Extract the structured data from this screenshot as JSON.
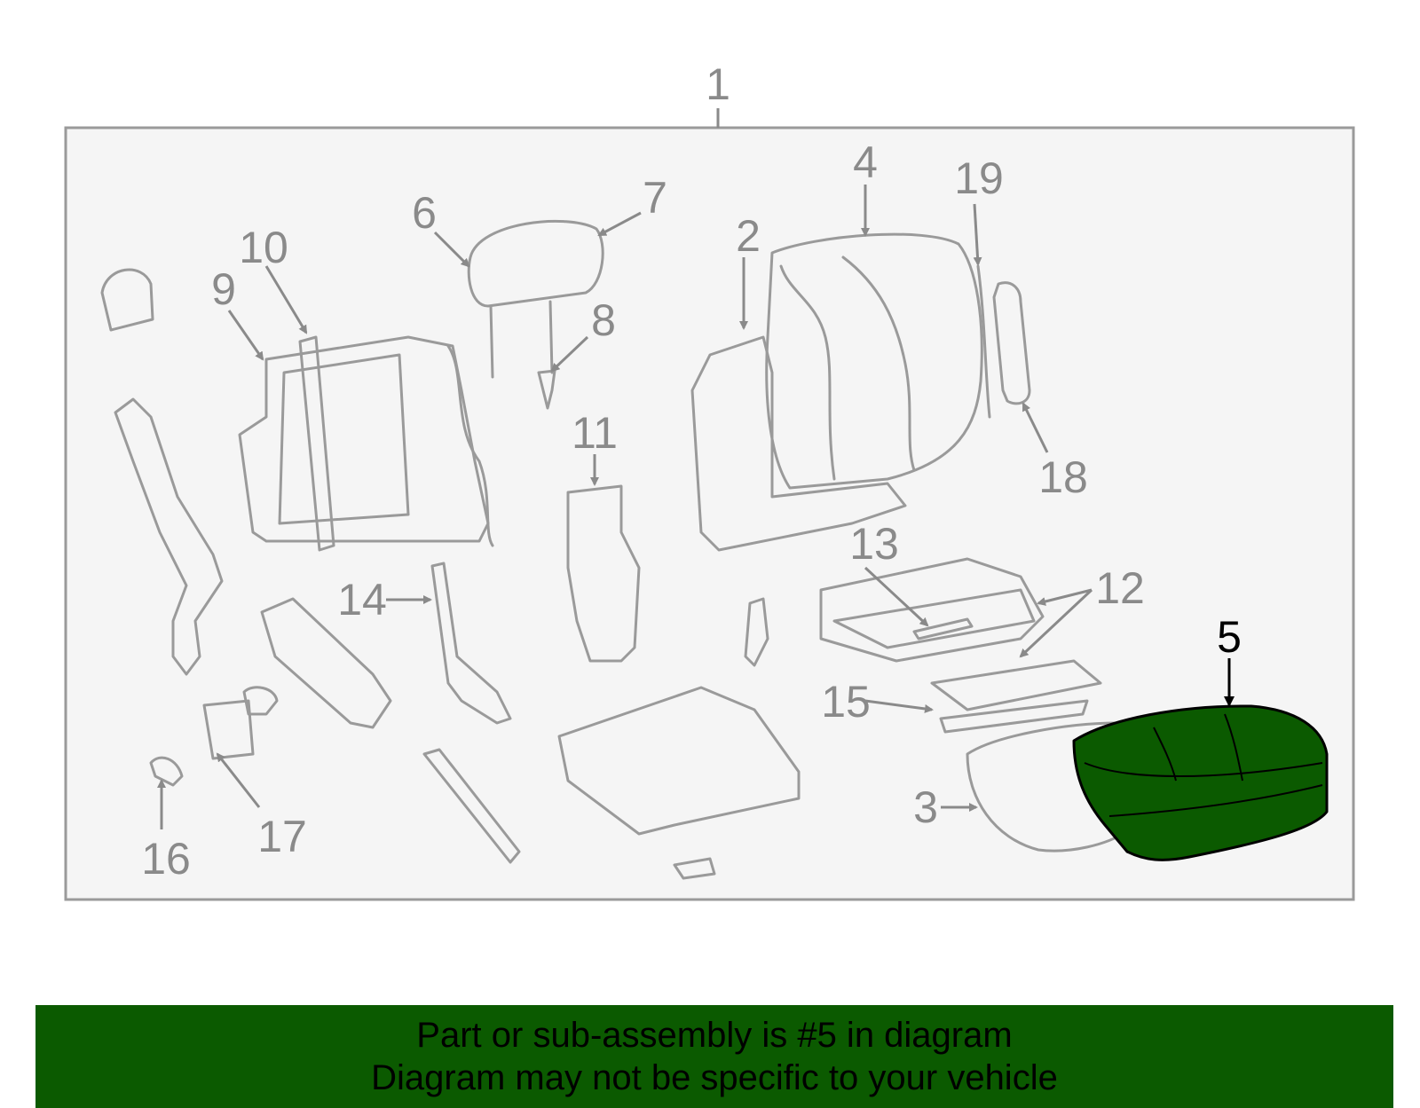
{
  "diagram": {
    "callouts": [
      "1",
      "2",
      "3",
      "4",
      "5",
      "6",
      "7",
      "8",
      "9",
      "10",
      "11",
      "12",
      "13",
      "14",
      "15",
      "16",
      "17",
      "18",
      "19"
    ],
    "highlighted_callout": "5",
    "colors": {
      "highlight": "#0b5a00",
      "frame_fill": "#f5f5f5",
      "line": "#9a9a9a"
    }
  },
  "banner": {
    "line1": "Part or sub-assembly is #5 in diagram",
    "line2": "Diagram may not be specific to your vehicle"
  }
}
